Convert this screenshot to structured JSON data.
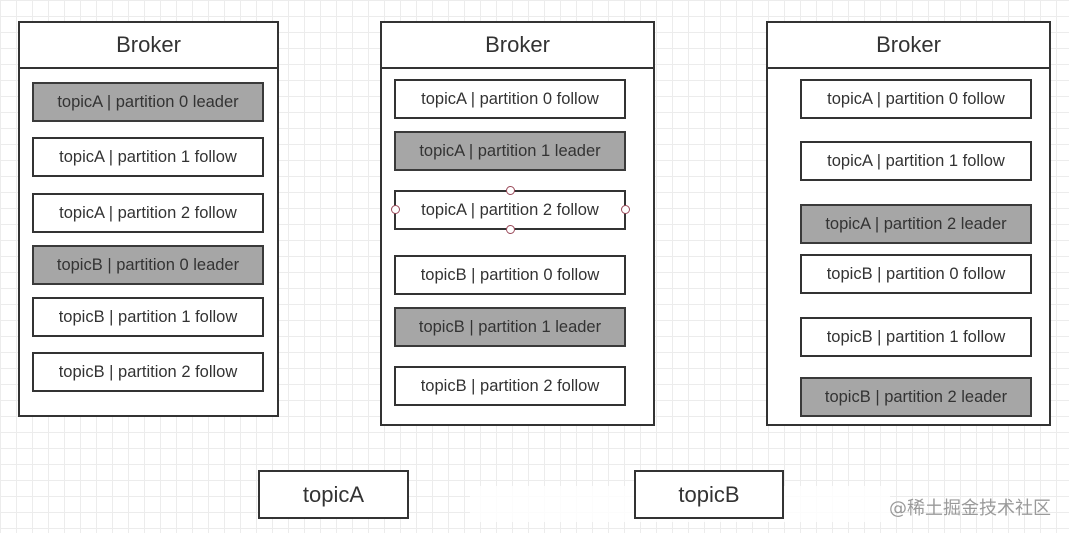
{
  "brokers": [
    {
      "title": "Broker",
      "partitions": [
        {
          "label": "topicA | partition 0 leader",
          "role": "leader"
        },
        {
          "label": "topicA | partition 1 follow",
          "role": "follow"
        },
        {
          "label": "topicA | partition 2 follow",
          "role": "follow"
        },
        {
          "label": "topicB | partition 0 leader",
          "role": "leader"
        },
        {
          "label": "topicB | partition 1 follow",
          "role": "follow"
        },
        {
          "label": "topicB | partition 2 follow",
          "role": "follow"
        }
      ]
    },
    {
      "title": "Broker",
      "partitions": [
        {
          "label": "topicA | partition 0 follow",
          "role": "follow"
        },
        {
          "label": "topicA | partition 1 leader",
          "role": "leader"
        },
        {
          "label": "topicA | partition 2 follow",
          "role": "follow",
          "selected": true
        },
        {
          "label": "topicB | partition 0 follow",
          "role": "follow"
        },
        {
          "label": "topicB | partition 1 leader",
          "role": "leader"
        },
        {
          "label": "topicB | partition 2 follow",
          "role": "follow"
        }
      ]
    },
    {
      "title": "Broker",
      "partitions": [
        {
          "label": "topicA | partition 0 follow",
          "role": "follow"
        },
        {
          "label": "topicA | partition 1 follow",
          "role": "follow"
        },
        {
          "label": "topicA | partition 2 leader",
          "role": "leader"
        },
        {
          "label": "topicB | partition 0 follow",
          "role": "follow"
        },
        {
          "label": "topicB | partition 1 follow",
          "role": "follow"
        },
        {
          "label": "topicB | partition 2 leader",
          "role": "leader"
        }
      ]
    }
  ],
  "topics": [
    "topicA",
    "topicB"
  ],
  "watermark": "@稀土掘金技术社区",
  "colors": {
    "leader_fill": "#a6a6a6",
    "follow_fill": "#ffffff",
    "border": "#333333",
    "grid": "#ececec",
    "selection_handle": "#9b4a5a"
  }
}
